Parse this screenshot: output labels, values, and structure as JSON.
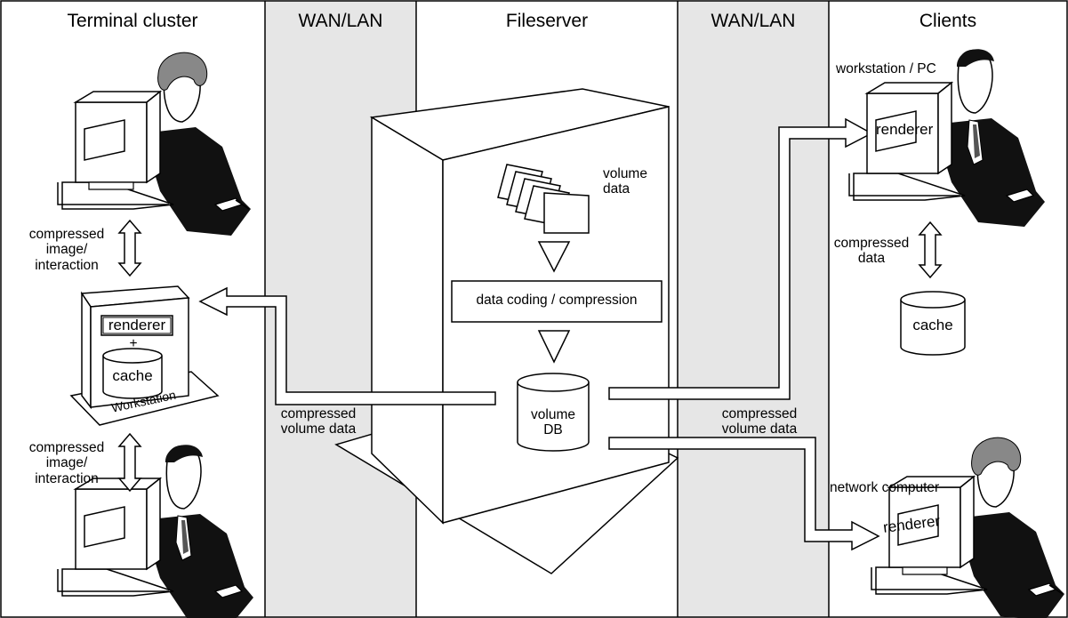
{
  "columns": {
    "terminal_cluster": "Terminal cluster",
    "wan_lan_left": "WAN/LAN",
    "fileserver": "Fileserver",
    "wan_lan_right": "WAN/LAN",
    "clients": "Clients"
  },
  "terminal": {
    "compressed_top_1": "compressed",
    "compressed_top_2": "image/",
    "compressed_top_3": "interaction",
    "workstation_renderer": "renderer",
    "plus": "+",
    "workstation_cache": "cache",
    "workstation_label": "Workstation",
    "compressed_bottom_1": "compressed",
    "compressed_bottom_2": "image/",
    "compressed_bottom_3": "interaction"
  },
  "fileserver": {
    "volume_data_1": "volume",
    "volume_data_2": "data",
    "coding": "data coding / compression",
    "db_1": "volume",
    "db_2": "DB",
    "left_compressed_1": "compressed",
    "left_compressed_2": "volume data",
    "right_compressed_1": "compressed",
    "right_compressed_2": "volume data"
  },
  "clients": {
    "workstation_pc": "workstation / PC",
    "renderer_top": "renderer",
    "compressed_1": "compressed",
    "compressed_2": "data",
    "cache": "cache",
    "network_computer": "network computer",
    "renderer_bottom": "renderer"
  },
  "colors": {
    "band": "#e6e6e6",
    "line": "#000000",
    "person_hair": "#8c8c8c"
  }
}
